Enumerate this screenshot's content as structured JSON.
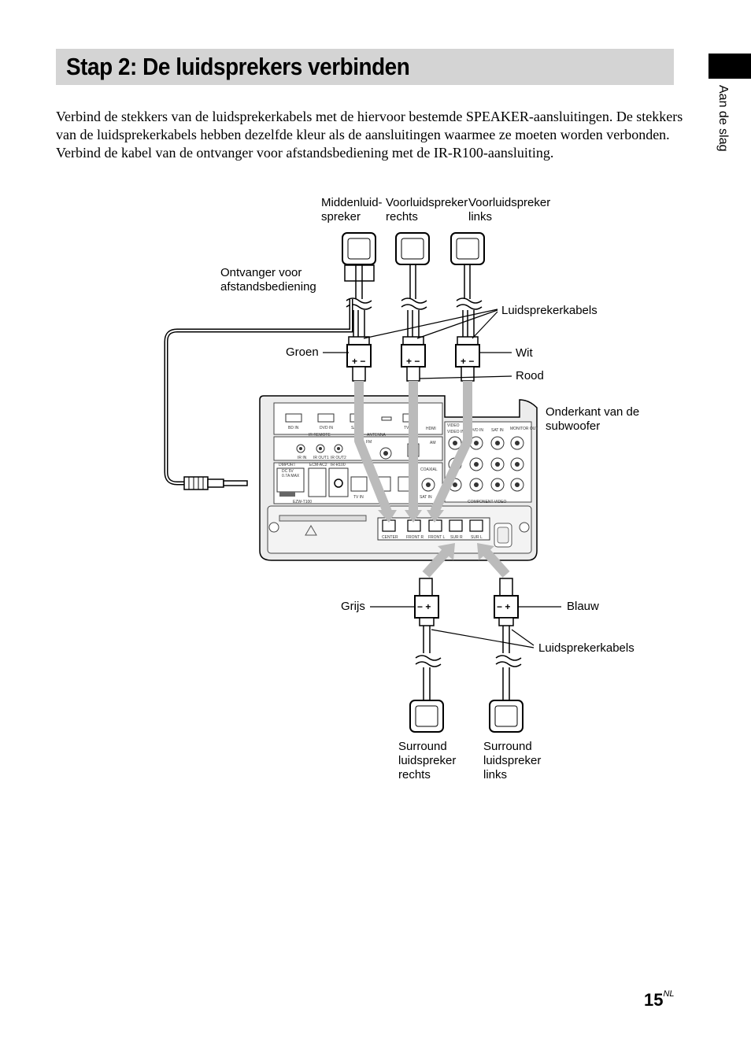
{
  "header": {
    "title": "Stap 2: De luidsprekers verbinden",
    "section_tab": "Aan de slag"
  },
  "body": {
    "paragraph1": "Verbind de stekkers van de luidsprekerkabels met de hiervoor bestemde SPEAKER-aansluitingen. De stekkers van de luidsprekerkabels hebben dezelfde kleur als de aansluitingen waarmee ze moeten worden verbonden.",
    "paragraph2": "Verbind de kabel van de ontvanger voor afstandsbediening met de IR-R100-aansluiting."
  },
  "diagram": {
    "labels": {
      "center_speaker": "Middenluid-\nspreker",
      "front_right": "Voorluidspreker\nrechts",
      "front_left": "Voorluidspreker\nlinks",
      "ir_receiver": "Ontvanger voor\nafstandsbediening",
      "speaker_cables_top": "Luidsprekerkabels",
      "green": "Groen",
      "white": "Wit",
      "red": "Rood",
      "subwoofer_bottom": "Onderkant van de\nsubwoofer",
      "grey": "Grijs",
      "blue": "Blauw",
      "speaker_cables_bottom": "Luidsprekerkabels",
      "surround_right": "Surround\nluidspreker\nrechts",
      "surround_left": "Surround\nluidspreker\nlinks"
    },
    "panel_text": [
      "BD IN",
      "DVD IN",
      "SAT",
      "TV",
      "HDMI",
      "VIDEO",
      "VIDEO IN",
      "DVD IN",
      "SAT IN",
      "MONITOR OUT",
      "IR REMOTE",
      "IR IN",
      "IR OUT1",
      "IR OUT2",
      "ANTENNA",
      "FM",
      "AM",
      "DMPORT",
      "DC 5V",
      "0.7A MAX",
      "ECM-AC2",
      "IR-R100",
      "EZW-T100",
      "TV IN",
      "SAT IN",
      "COAXIAL",
      "COMPONENT VIDEO",
      "CENTER",
      "FRONT R",
      "FRONT L",
      "SUR R",
      "SUR L"
    ],
    "plug_marks": {
      "plus_minus": "+ −",
      "minus_plus": "− +"
    }
  },
  "footer": {
    "page_number": "15",
    "language": "NL"
  }
}
